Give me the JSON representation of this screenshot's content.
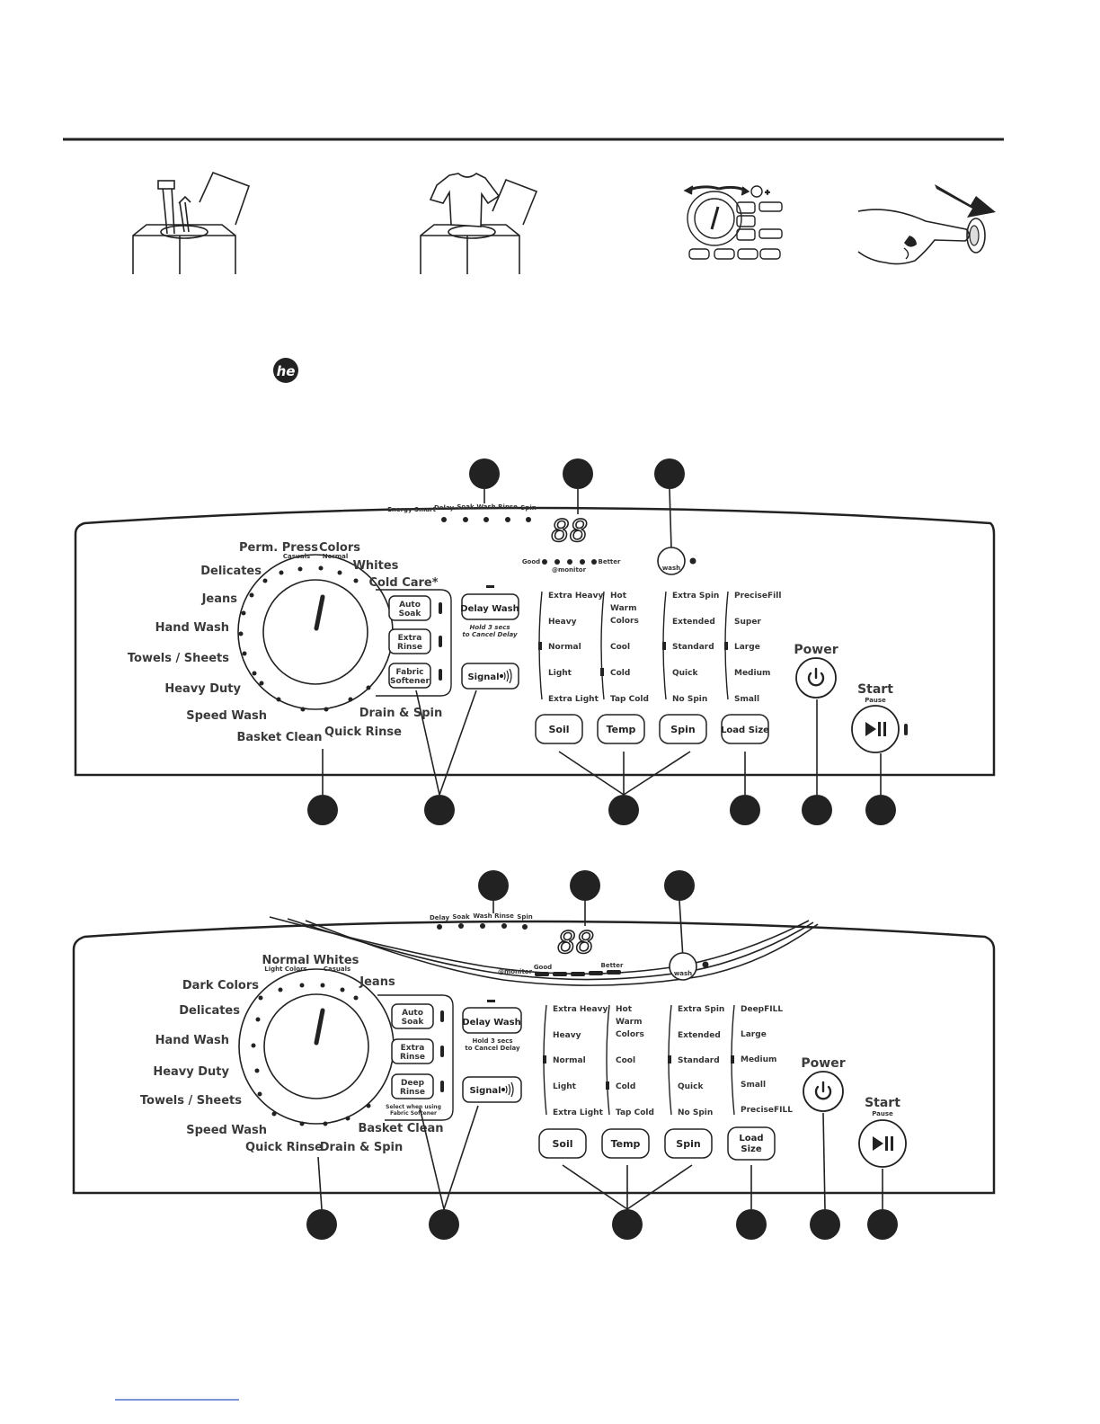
{
  "illustrations": {
    "step_icons": [
      "dispenser-icon",
      "shirt-in-tub-icon",
      "control-panel-icon",
      "press-button-icon"
    ],
    "panel_buttons": [
      "Auto Soak",
      "Delay Wash",
      "Extra Rinse",
      "Fabric Softener",
      "Signal",
      "Soil",
      "Temp",
      "Spin",
      "Load Size"
    ],
    "he_logo": "he"
  },
  "panel1": {
    "status": [
      "Energy Smart",
      "Delay",
      "Soak",
      "Wash",
      "Rinse",
      "Spin"
    ],
    "display": "88",
    "monitor": {
      "good": "Good",
      "label": "@monitor",
      "better": "Better"
    },
    "wash_label": "wash",
    "cycles": [
      "Perm. Press",
      "Casuals",
      "Colors",
      "Normal",
      "Whites",
      "Cold Care*",
      "Delicates",
      "Jeans",
      "Hand Wash",
      "Towels / Sheets",
      "Heavy Duty",
      "Speed Wash",
      "Basket Clean",
      "Quick Rinse",
      "Drain & Spin"
    ],
    "options": [
      [
        "Auto",
        "Soak"
      ],
      [
        "Extra",
        "Rinse"
      ],
      [
        "Fabric",
        "Softener"
      ]
    ],
    "delay": {
      "label": "Delay Wash",
      "hold1": "Hold 3 secs",
      "hold2": "to Cancel Delay"
    },
    "signal": "Signal",
    "soil": [
      "Extra Heavy",
      "Heavy",
      "Normal",
      "Light",
      "Extra Light"
    ],
    "temp": [
      "Hot",
      "Warm",
      "Colors",
      "Cool",
      "Cold",
      "Tap Cold"
    ],
    "spin": [
      "Extra Spin",
      "Extended",
      "Standard",
      "Quick",
      "No Spin"
    ],
    "load": [
      "PreciseFill",
      "Super",
      "Large",
      "Medium",
      "Small"
    ],
    "buttons": [
      "Soil",
      "Temp",
      "Spin",
      "Load Size"
    ],
    "power": "Power",
    "start": "Start",
    "pause": "Pause"
  },
  "panel2": {
    "status": [
      "Delay",
      "Soak",
      "Wash",
      "Rinse",
      "Spin"
    ],
    "display": "88",
    "monitor": {
      "label": "@monitor",
      "good": "Good",
      "better": "Better"
    },
    "wash_label": "wash",
    "cycles": [
      "Normal",
      "Light Colors",
      "Whites",
      "Casuals",
      "Jeans",
      "Dark Colors",
      "Delicates",
      "Hand Wash",
      "Heavy Duty",
      "Towels / Sheets",
      "Speed Wash",
      "Quick Rinse",
      "Drain & Spin",
      "Basket Clean"
    ],
    "options": [
      [
        "Auto",
        "Soak"
      ],
      [
        "Extra",
        "Rinse"
      ],
      [
        "Deep",
        "Rinse"
      ]
    ],
    "deep_note": [
      "Select when using",
      "Fabric Softener"
    ],
    "delay": {
      "label": "Delay Wash",
      "hold1": "Hold 3 secs",
      "hold2": "to Cancel Delay"
    },
    "signal": "Signal",
    "soil": [
      "Extra Heavy",
      "Heavy",
      "Normal",
      "Light",
      "Extra Light"
    ],
    "temp": [
      "Hot",
      "Warm",
      "Colors",
      "Cool",
      "Cold",
      "Tap Cold"
    ],
    "spin": [
      "Extra Spin",
      "Extended",
      "Standard",
      "Quick",
      "No Spin"
    ],
    "load": [
      "DeepFILL",
      "Large",
      "Medium",
      "Small",
      "PreciseFILL"
    ],
    "buttons": [
      "Soil",
      "Temp",
      "Spin"
    ],
    "load_button": [
      "Load",
      "Size"
    ],
    "power": "Power",
    "start": "Start",
    "pause": "Pause"
  }
}
